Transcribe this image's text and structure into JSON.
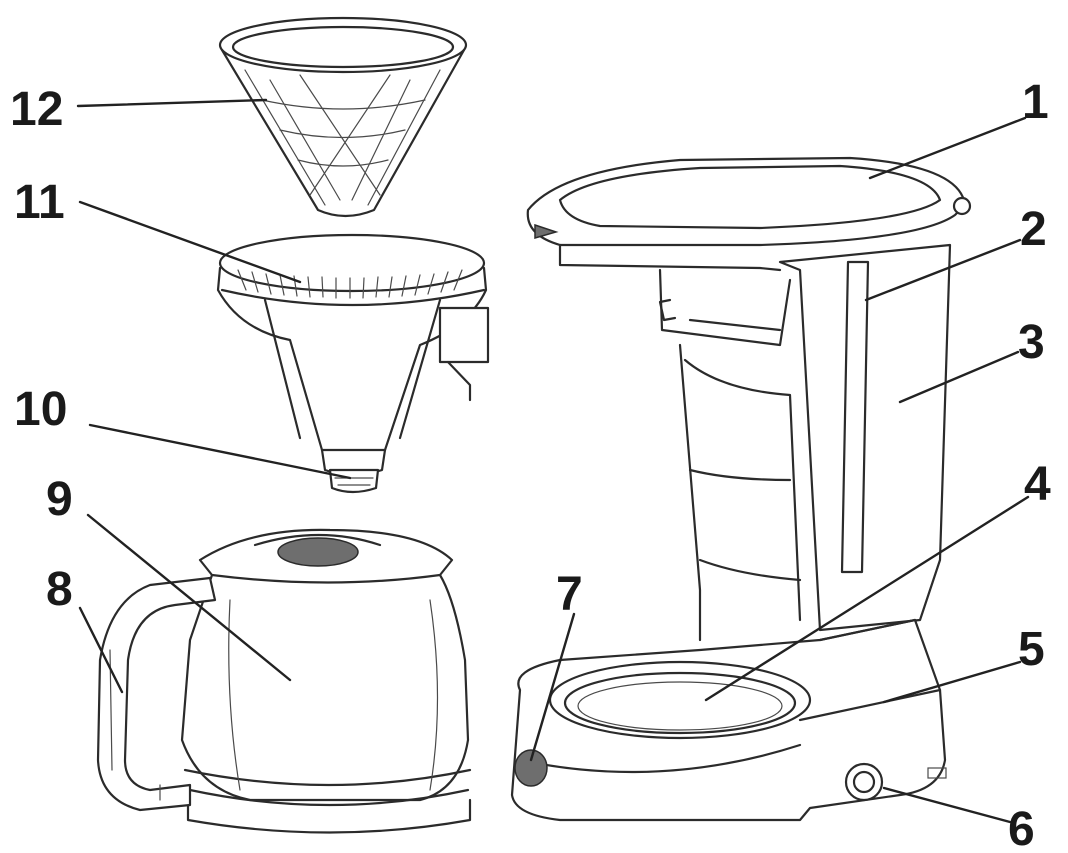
{
  "diagram": {
    "callouts": [
      {
        "id": "1",
        "label": "1"
      },
      {
        "id": "2",
        "label": "2"
      },
      {
        "id": "3",
        "label": "3"
      },
      {
        "id": "4",
        "label": "4"
      },
      {
        "id": "5",
        "label": "5"
      },
      {
        "id": "6",
        "label": "6"
      },
      {
        "id": "7",
        "label": "7"
      },
      {
        "id": "8",
        "label": "8"
      },
      {
        "id": "9",
        "label": "9"
      },
      {
        "id": "10",
        "label": "10"
      },
      {
        "id": "11",
        "label": "11"
      },
      {
        "id": "12",
        "label": "12"
      }
    ],
    "parts": [
      "permanent-filter",
      "filter-holder",
      "drip-stop-valve",
      "glass-jug",
      "jug-handle",
      "machine-body"
    ],
    "colors": {
      "line": "#2b2b2b",
      "background": "#ffffff"
    }
  }
}
